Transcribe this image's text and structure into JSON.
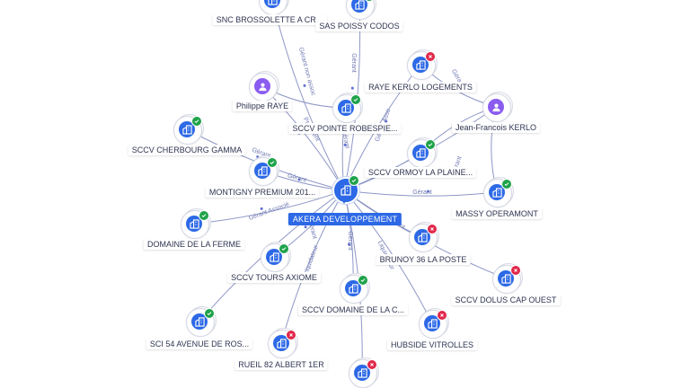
{
  "center": {
    "name": "AKERA DEVELOPPEMENT",
    "icon": "building-icon",
    "status": "ok"
  },
  "nodes": [
    {
      "id": "n1",
      "name": "SNC BROSSOLETTE A CR...",
      "kind": "company",
      "status": "ok"
    },
    {
      "id": "n2",
      "name": "SAS POISSY CODOS",
      "kind": "company",
      "status": "ok"
    },
    {
      "id": "n3",
      "name": "RAYE KERLO LOGEMENTS",
      "kind": "company",
      "status": "ko"
    },
    {
      "id": "n4",
      "name": "Philippe RAYE",
      "kind": "person",
      "status": ""
    },
    {
      "id": "n5",
      "name": "SCCV POINTE ROBESPIE...",
      "kind": "company",
      "status": "ok"
    },
    {
      "id": "n6",
      "name": "Jean-Francois KERLO",
      "kind": "person",
      "status": ""
    },
    {
      "id": "n7",
      "name": "SCCV CHERBOURG GAMMA",
      "kind": "company",
      "status": "ok"
    },
    {
      "id": "n8",
      "name": "SCCV ORMOY LA PLAINE...",
      "kind": "company",
      "status": "ok"
    },
    {
      "id": "n9",
      "name": "MONTIGNY PREMIUM 201...",
      "kind": "company",
      "status": "ok"
    },
    {
      "id": "n10",
      "name": "MASSY OPERAMONT",
      "kind": "company",
      "status": "ok"
    },
    {
      "id": "n11",
      "name": "DOMAINE DE LA FERME",
      "kind": "company",
      "status": "ok"
    },
    {
      "id": "n12",
      "name": "BRUNOY 36 LA POSTE",
      "kind": "company",
      "status": "ko"
    },
    {
      "id": "n13",
      "name": "SCCV TOURS AXIOME",
      "kind": "company",
      "status": "ok"
    },
    {
      "id": "n14",
      "name": "SCCV DOLUS CAP OUEST",
      "kind": "company",
      "status": "ko"
    },
    {
      "id": "n15",
      "name": "SCCV DOMAINE DE LA C...",
      "kind": "company",
      "status": "ok"
    },
    {
      "id": "n16",
      "name": "SCI 54 AVENUE DE ROS...",
      "kind": "company",
      "status": "ok"
    },
    {
      "id": "n17",
      "name": "HUBSIDE VITROLLES",
      "kind": "company",
      "status": "ko"
    },
    {
      "id": "n18",
      "name": "RUEIL 82 ALBERT 1ER",
      "kind": "company",
      "status": "ko"
    },
    {
      "id": "n19",
      "name": "",
      "kind": "company",
      "status": "ko"
    }
  ],
  "edge_labels": {
    "n1": "Gérant non assoc",
    "n2": "Gérant",
    "n5": "Gérant",
    "n8": "Gérant Asso",
    "n10": "Gérant",
    "n11": "Gérant Associé",
    "n12": "Gérant",
    "n13": "Gérant",
    "n15": "Gérant",
    "n17": "Liquidateur",
    "n18": "Liquidateur",
    "n3n6": "Gérant",
    "n6n8": "Gérant",
    "n4n5": "Président",
    "n7c": "Gérant",
    "n9c": "Gérant"
  },
  "colors": {
    "accent": "#2d69e6",
    "person": "#8a5cf0",
    "ok": "#1fa34a",
    "ko": "#e0284b",
    "edge": "#8e97c7"
  }
}
